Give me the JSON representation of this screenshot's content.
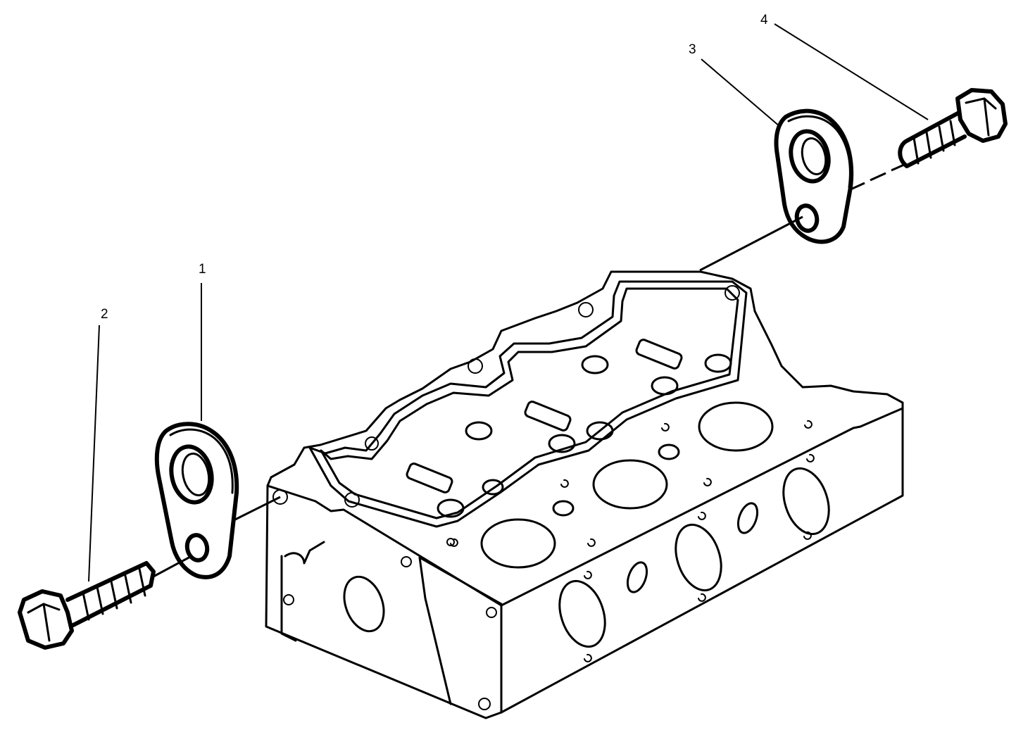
{
  "diagram": {
    "callouts": [
      {
        "id": "1",
        "label": "1"
      },
      {
        "id": "2",
        "label": "2"
      },
      {
        "id": "3",
        "label": "3"
      },
      {
        "id": "4",
        "label": "4"
      }
    ],
    "colors": {
      "ink": "#000000",
      "background": "#ffffff"
    }
  }
}
